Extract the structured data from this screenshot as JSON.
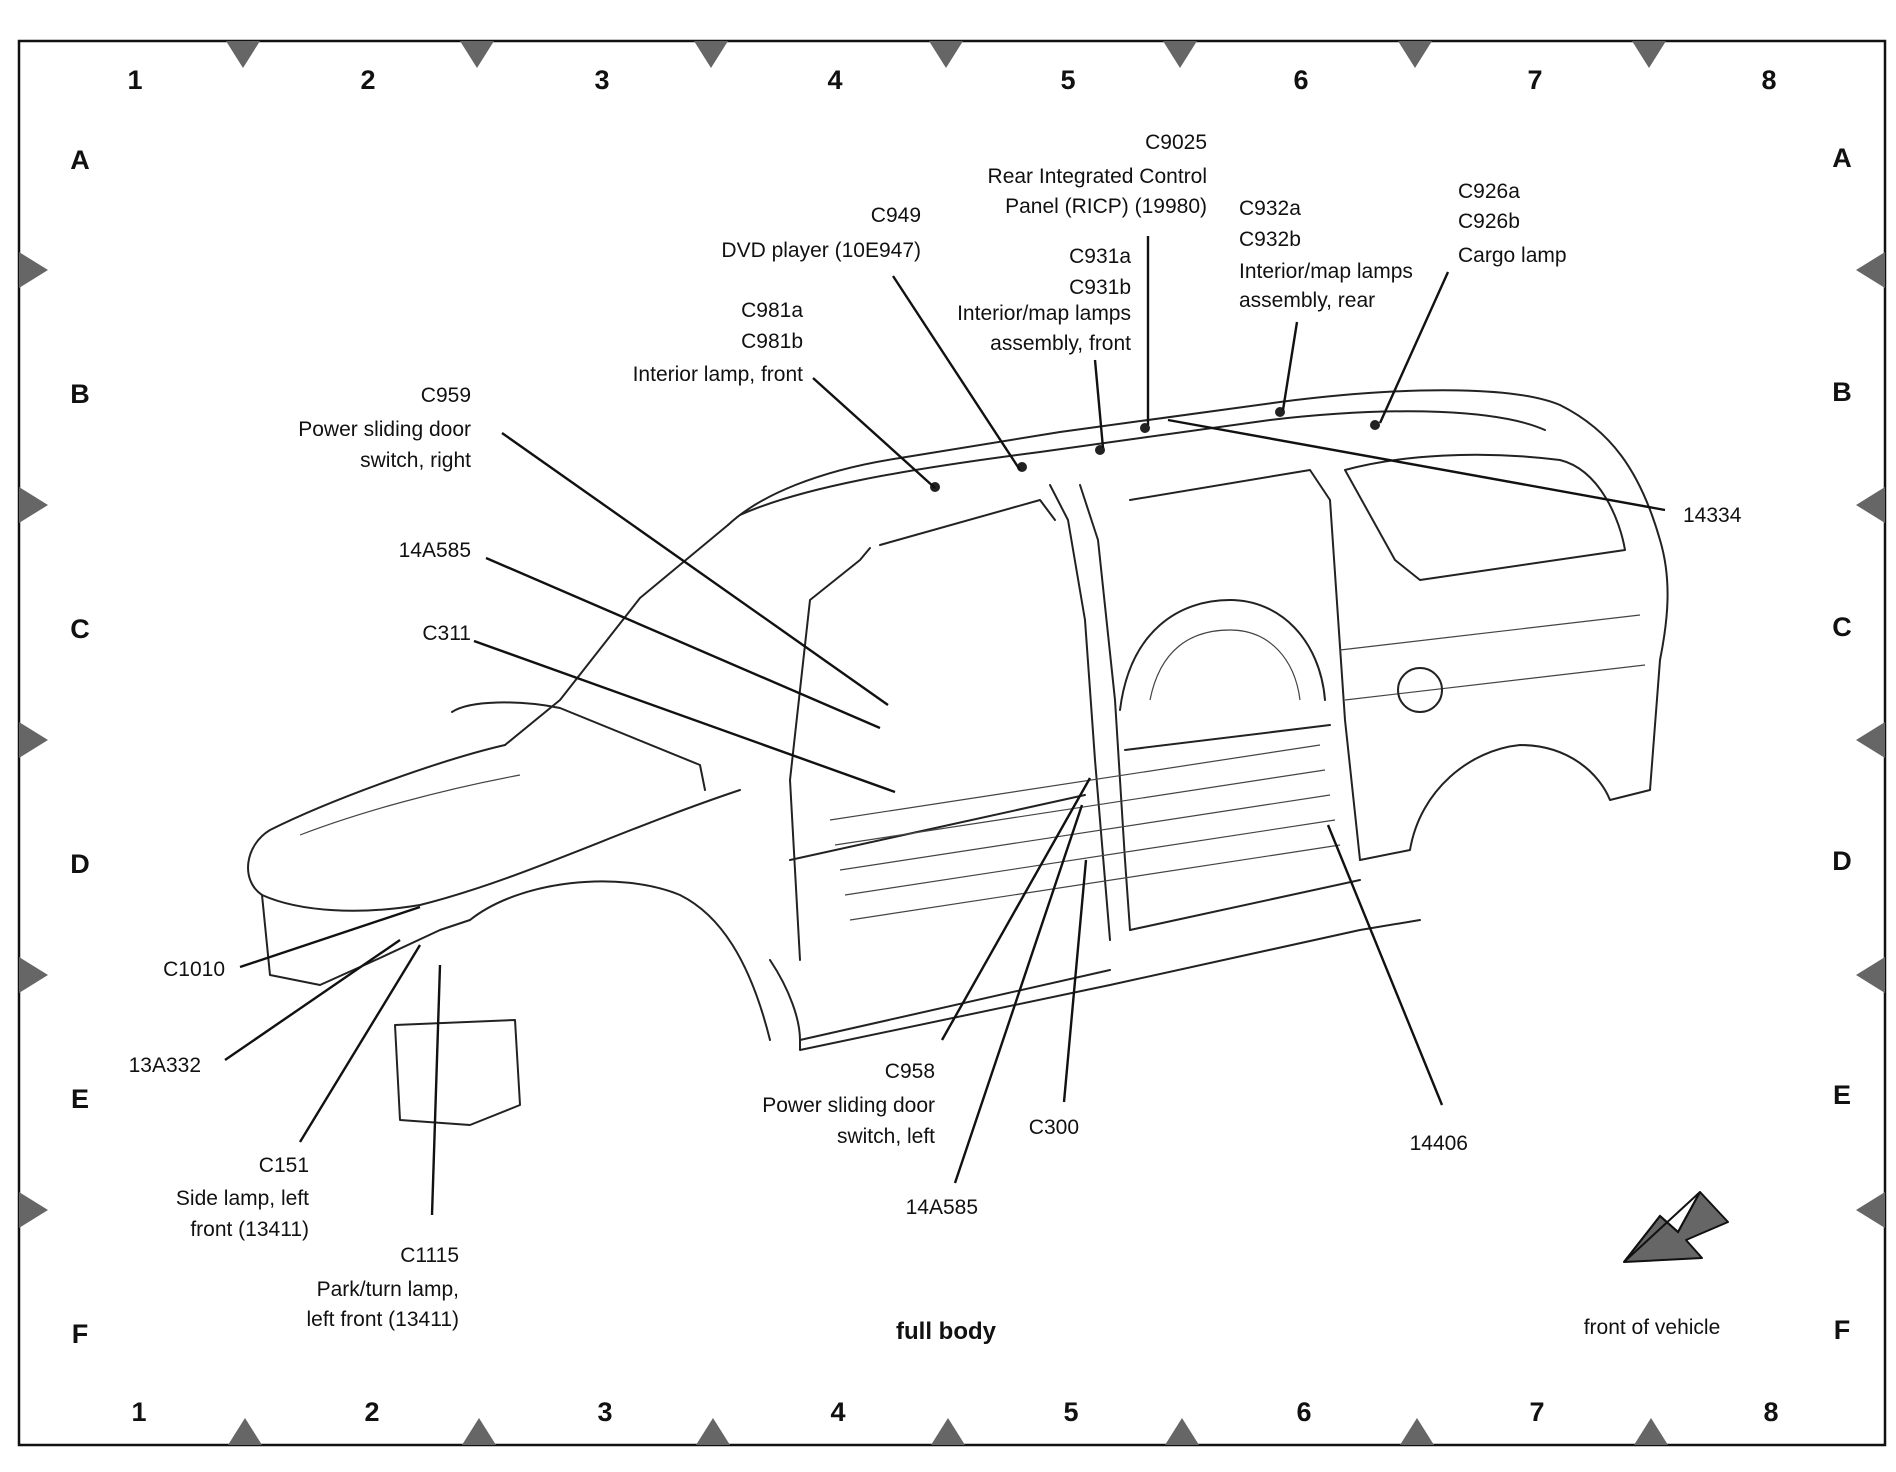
{
  "grid": {
    "columns": [
      "1",
      "2",
      "3",
      "4",
      "5",
      "6",
      "7",
      "8"
    ],
    "rows": [
      "A",
      "B",
      "C",
      "D",
      "E",
      "F"
    ]
  },
  "caption": "full body",
  "orientation": {
    "label": "front of vehicle",
    "icon": "arrow-icon"
  },
  "callouts": [
    {
      "id": "c9025",
      "lines": [
        "C9025",
        "Rear Integrated Control",
        "Panel (RICP) (19980)"
      ]
    },
    {
      "id": "c949",
      "lines": [
        "C949",
        "DVD player (10E947)"
      ]
    },
    {
      "id": "c931",
      "lines": [
        "C931a",
        "C931b",
        "Interior/map lamps",
        "assembly, front"
      ]
    },
    {
      "id": "c932",
      "lines": [
        "C932a",
        "C932b",
        "Interior/map lamps",
        "assembly, rear"
      ]
    },
    {
      "id": "c926",
      "lines": [
        "C926a",
        "C926b",
        "Cargo lamp"
      ]
    },
    {
      "id": "c981",
      "lines": [
        "C981a",
        "C981b",
        "Interior lamp, front"
      ]
    },
    {
      "id": "c959",
      "lines": [
        "C959",
        "Power sliding door",
        "switch, right"
      ]
    },
    {
      "id": "14a585top",
      "lines": [
        "14A585"
      ]
    },
    {
      "id": "c311",
      "lines": [
        "C311"
      ]
    },
    {
      "id": "14334",
      "lines": [
        "14334"
      ]
    },
    {
      "id": "c1010",
      "lines": [
        "C1010"
      ]
    },
    {
      "id": "13a332",
      "lines": [
        "13A332"
      ]
    },
    {
      "id": "c151",
      "lines": [
        "C151",
        "Side lamp, left",
        "front (13411)"
      ]
    },
    {
      "id": "c1115",
      "lines": [
        "C1115",
        "Park/turn lamp,",
        "left front (13411)"
      ]
    },
    {
      "id": "c958",
      "lines": [
        "C958",
        "Power sliding door",
        "switch, left"
      ]
    },
    {
      "id": "14a585bot",
      "lines": [
        "14A585"
      ]
    },
    {
      "id": "c300",
      "lines": [
        "C300"
      ]
    },
    {
      "id": "14406",
      "lines": [
        "14406"
      ]
    }
  ]
}
